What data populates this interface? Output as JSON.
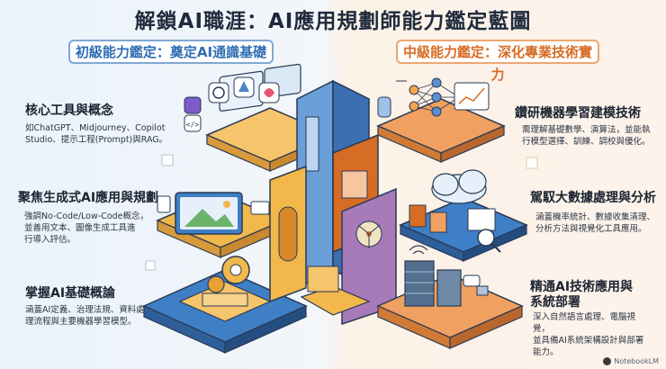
{
  "title": "解鎖AI職涯：AI應用規劃師能力鑑定藍圖",
  "left_banner": "初級能力鑑定：奠定AI通識基礎",
  "right_banner": "中級能力鑑定：深化專業技術實力",
  "left_sections": [
    {
      "title": "核心工具與概念",
      "lines": [
        "如ChatGPT、Midjourney、Copilot",
        "Studio、提示工程(Prompt)與RAG。"
      ]
    },
    {
      "title": "聚焦生成式AI應用與規劃",
      "lines": [
        "強調No-Code/Low-Code概念，",
        "並善用文本、圖像生成工具進",
        "行導入評估。"
      ]
    },
    {
      "title": "掌握AI基礎概論",
      "lines": [
        "涵蓋AI定義、治理法規、資料處",
        "理流程與主要機器學習模型。"
      ]
    }
  ],
  "right_sections": [
    {
      "title": "鑽研機器學習建模技術",
      "lines": [
        "需理解基礎數學、演算法，並能執",
        "行模型選擇、訓練、調校與優化。"
      ]
    },
    {
      "title": "駕馭大數據處理與分析",
      "lines": [
        "涵蓋機率統計、數據收集清理、",
        "分析方法與視覺化工具應用。"
      ]
    },
    {
      "title_lines": [
        "精通AI技術應用與",
        "系統部署"
      ],
      "lines": [
        "深入自然語言處理、電腦視覺，",
        "並具備AI系統架構設計與部署",
        "能力。"
      ]
    }
  ],
  "watermark": "NotebookLM",
  "colors": {
    "left_accent": "#2f6db3",
    "right_accent": "#d76c24",
    "gold": "#f2b84b",
    "blue": "#4a86c8"
  }
}
